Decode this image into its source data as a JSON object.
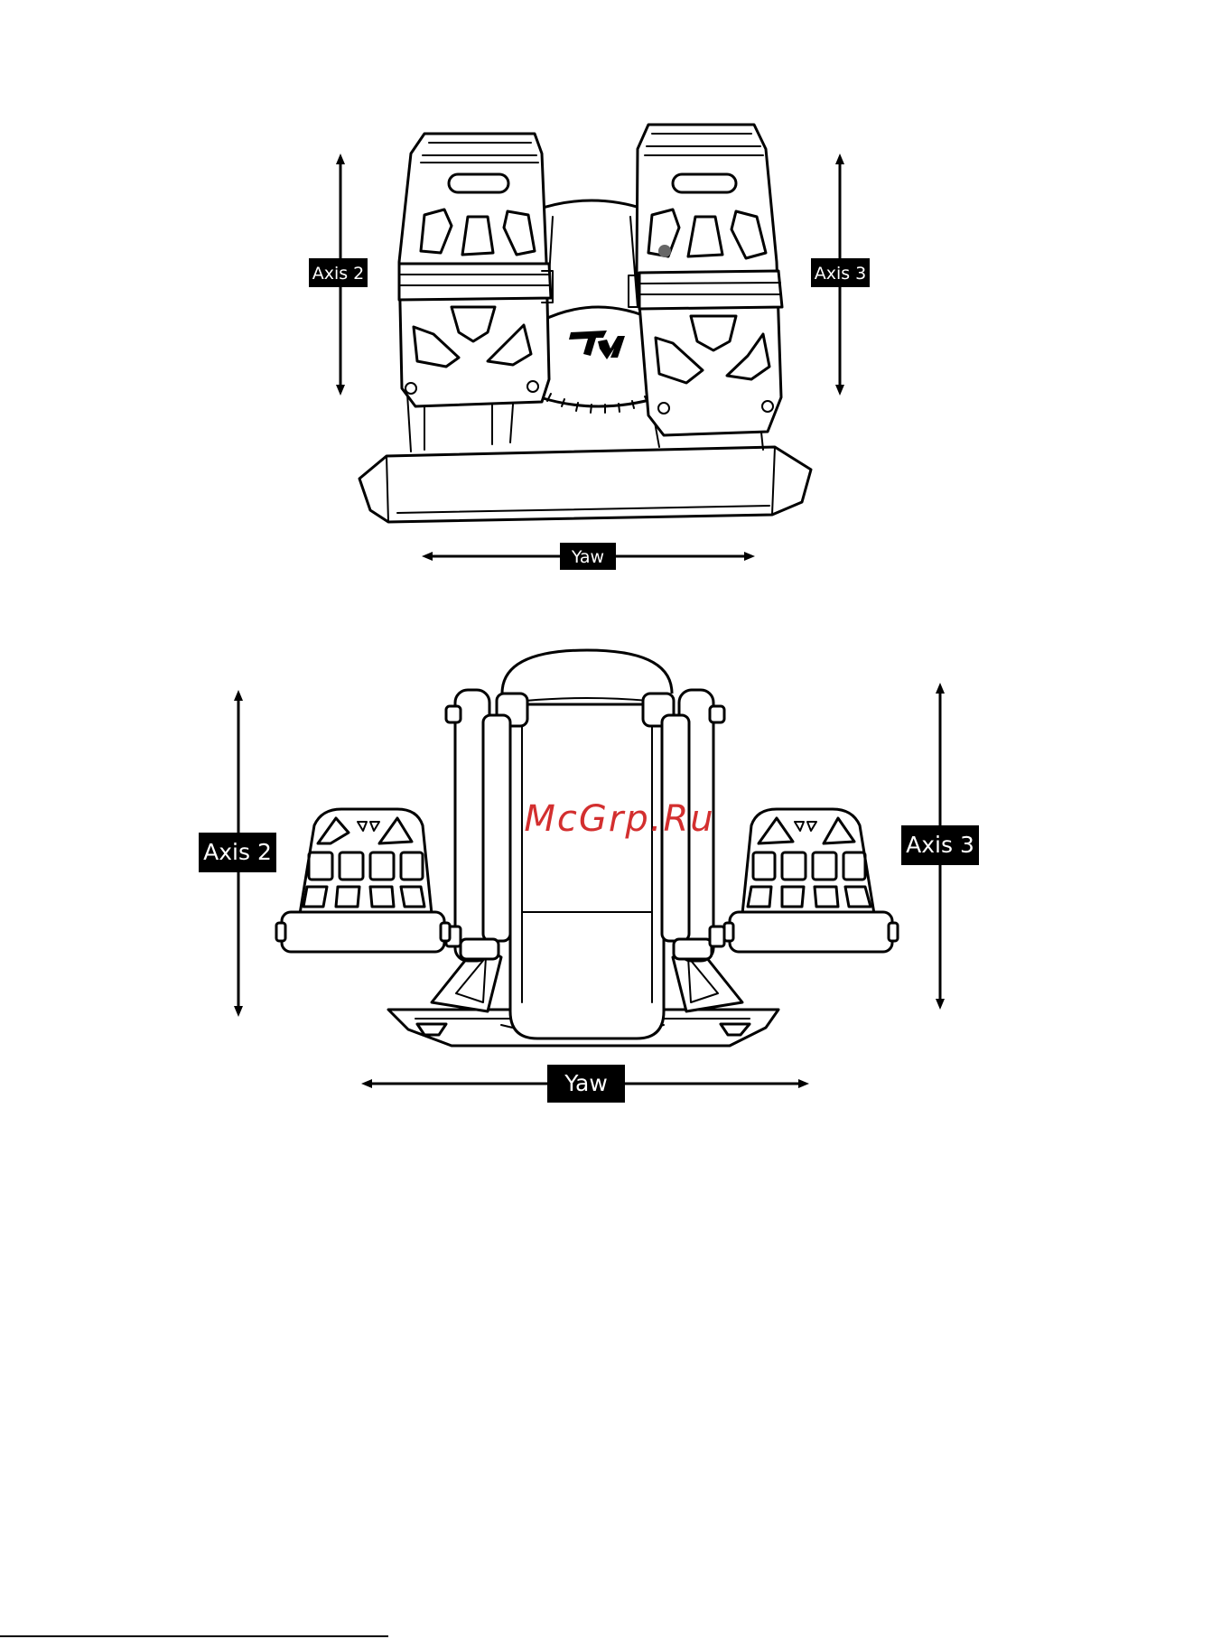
{
  "top_view": {
    "labels": {
      "left_axis": "Axis 2",
      "right_axis": "Axis 3",
      "bottom_axis": "Yaw"
    }
  },
  "bottom_view": {
    "labels": {
      "left_axis": "Axis 2",
      "right_axis": "Axis 3",
      "bottom_axis": "Yaw"
    }
  },
  "watermark": "McGrp.Ru",
  "colors": {
    "line": "#000000",
    "label_bg": "#000000",
    "label_text": "#ffffff",
    "watermark": "#d32f2f"
  }
}
